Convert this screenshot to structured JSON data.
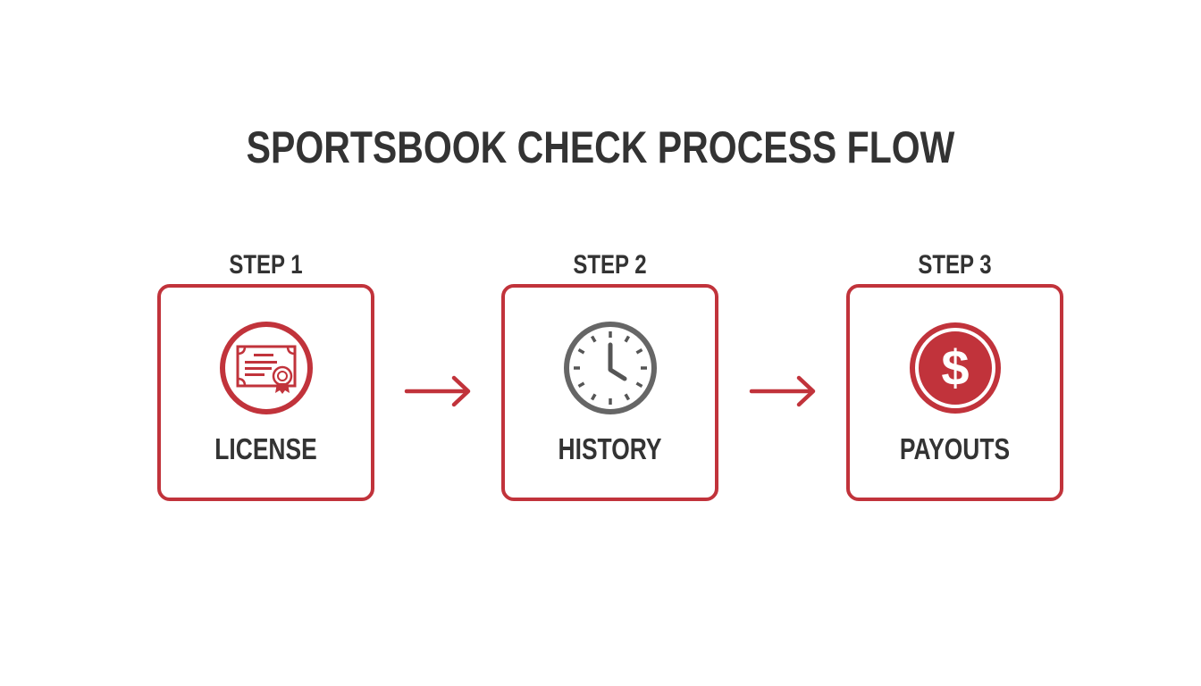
{
  "title": "SPORTSBOOK CHECK PROCESS FLOW",
  "colors": {
    "accent": "#c1333b",
    "text": "#333333",
    "icon_gray": "#666666",
    "background": "#ffffff"
  },
  "steps": [
    {
      "step_label": "STEP 1",
      "label": "LICENSE",
      "icon": "certificate-icon"
    },
    {
      "step_label": "STEP 2",
      "label": "HISTORY",
      "icon": "clock-icon"
    },
    {
      "step_label": "STEP 3",
      "label": "PAYOUTS",
      "icon": "dollar-coin-icon"
    }
  ],
  "connectors": [
    {
      "from": "STEP 1",
      "to": "STEP 2",
      "icon": "arrow-right-icon"
    },
    {
      "from": "STEP 2",
      "to": "STEP 3",
      "icon": "arrow-right-icon"
    }
  ]
}
